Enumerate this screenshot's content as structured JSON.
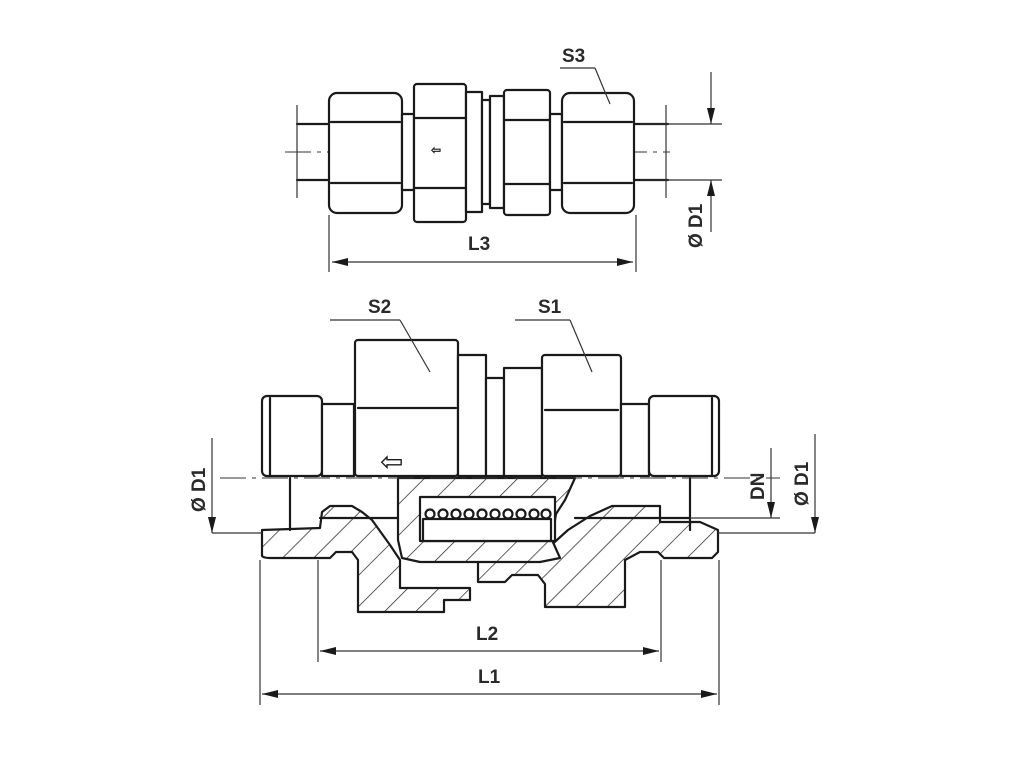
{
  "diagram": {
    "type": "technical-drawing",
    "subject": "inline check valve fitting with compression ends",
    "views": [
      {
        "name": "exterior-view",
        "position": "top"
      },
      {
        "name": "section-view",
        "position": "bottom"
      }
    ],
    "labels": {
      "s3": "S3",
      "l3": "L3",
      "d1_top": "Ø D1",
      "s2": "S2",
      "s1": "S1",
      "d1_left": "Ø D1",
      "dn": "DN",
      "d1_right": "Ø D1",
      "l2": "L2",
      "l1": "L1"
    },
    "flow_direction": "right-to-left",
    "colors": {
      "line": "#1a1a1a",
      "background": "#ffffff"
    }
  }
}
